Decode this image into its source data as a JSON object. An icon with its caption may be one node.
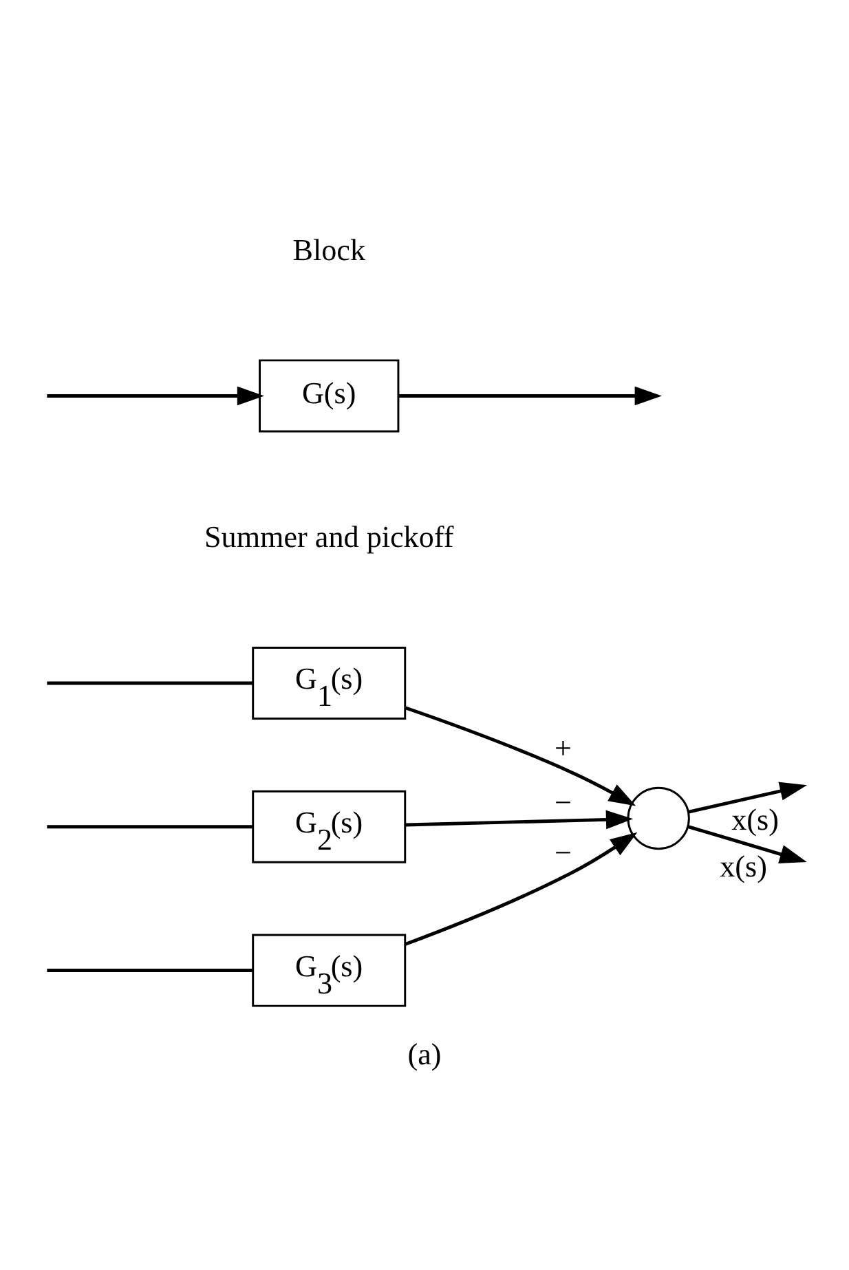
{
  "diagram": {
    "caption": "(a)",
    "nodes": [
      {
        "text": [
          "G(s)"
        ]
      },
      {
        "text": [
          "G$_{1}$(s)"
        ]
      },
      {
        "text": [
          "G$_{2}$(s)"
        ]
      },
      {
        "text": [
          "G$_{3}$(s)"
        ]
      },
      {
        "text": [],
        "shape": "circle"
      }
    ],
    "edges": [
      {
        "from": 0,
        "to": null,
        "arrow": "to"
      },
      {
        "from": null,
        "to": 0,
        "arrow": "to"
      },
      {
        "from": null,
        "to": 1,
        "arrow": "none"
      },
      {
        "from": null,
        "to": 2,
        "arrow": "none"
      },
      {
        "from": null,
        "to": 3,
        "arrow": "none"
      },
      {
        "from": 1,
        "to": 4,
        "arrow": "to",
        "label": "+"
      },
      {
        "from": 2,
        "to": 4,
        "arrow": "to",
        "label": "−"
      },
      {
        "from": 3,
        "to": 4,
        "arrow": "to",
        "label": "−"
      },
      {
        "from": 4,
        "to": null,
        "arrow": "to",
        "label": "x(s)"
      },
      {
        "from": 4,
        "to": null,
        "arrow": "to",
        "label": "x(s)"
      }
    ],
    "labels": [
      "Block",
      "Summer and pickoff"
    ]
  }
}
